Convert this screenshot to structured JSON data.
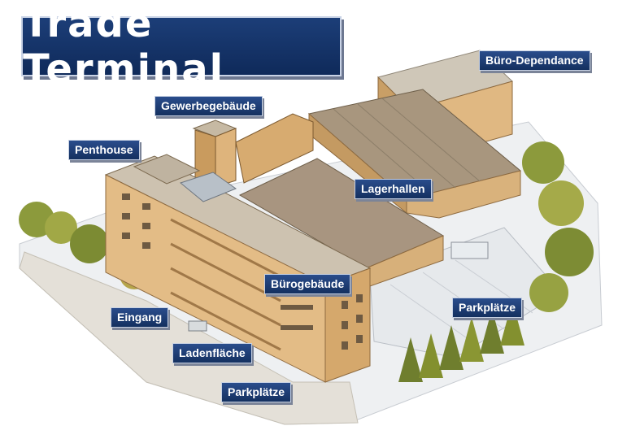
{
  "logo": {
    "text": "Trade Terminal"
  },
  "labels": {
    "buero_dependance": "Büro-Dependance",
    "gewerbegebaeude": "Gewerbegebäude",
    "penthouse": "Penthouse",
    "lagerhallen": "Lagerhallen",
    "buerogebaeude": "Bürogebäude",
    "parkplaetze_right": "Parkplätze",
    "eingang": "Eingang",
    "ladenflaeche": "Ladenfläche",
    "parkplaetze_bottom": "Parkplätze"
  },
  "colors": {
    "label_bg": "#1f3f7a",
    "facade": "#e0b882",
    "roof": "#a8967e",
    "ground": "#eceef0",
    "trees": "#7f8a35"
  }
}
